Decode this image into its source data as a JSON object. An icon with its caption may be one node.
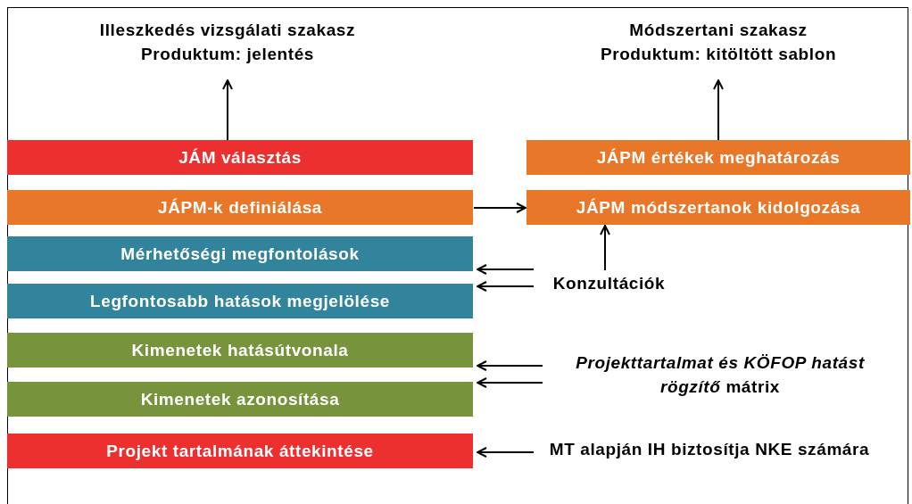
{
  "diagram": {
    "nodes": [
      {
        "text": [
          "Illeszkedés vizsgálati szakasz",
          "Produktum: jelentés"
        ]
      },
      {
        "text": [
          "Módszertani szakasz",
          "Produktum: kitöltött sablon"
        ]
      },
      {
        "text": [
          "JÁM választás"
        ]
      },
      {
        "text": [
          "JÁPM értékek meghatározás"
        ]
      },
      {
        "text": [
          "JÁPM-k definiálása"
        ]
      },
      {
        "text": [
          "JÁPM módszertanok kidolgozása"
        ]
      },
      {
        "text": [
          "Mérhetőségi megfontolások"
        ]
      },
      {
        "text": [
          "Legfontosabb hatások megjelölése"
        ]
      },
      {
        "text": [
          "Konzultációk"
        ]
      },
      {
        "text": [
          "Kimenetek hatásútvonala"
        ]
      },
      {
        "text": [
          "*Projekttartalmat és KÖFOP hatást rögzítő* mátrix"
        ]
      },
      {
        "text": [
          "Kimenetek azonosítása"
        ]
      },
      {
        "text": [
          "Projekt tartalmának áttekintése"
        ]
      },
      {
        "text": [
          "MT alapján IH biztosítja NKE számára"
        ]
      }
    ],
    "edges": [
      {
        "from": 2,
        "to": 0,
        "arrow": "to"
      },
      {
        "from": 3,
        "to": 1,
        "arrow": "to"
      },
      {
        "from": 4,
        "to": 5,
        "arrow": "to"
      },
      {
        "from": 8,
        "to": 5,
        "arrow": "to"
      },
      {
        "from": 8,
        "to": 6,
        "arrow": "to"
      },
      {
        "from": 8,
        "to": 7,
        "arrow": "to"
      },
      {
        "from": 10,
        "to": 9,
        "arrow": "to"
      },
      {
        "from": 10,
        "to": 11,
        "arrow": "to"
      },
      {
        "from": 13,
        "to": 12,
        "arrow": "to"
      }
    ]
  }
}
